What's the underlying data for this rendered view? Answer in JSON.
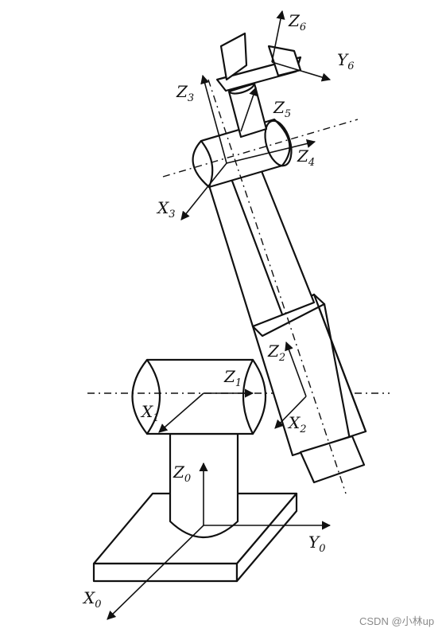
{
  "labels": {
    "z6": "Z",
    "z6_sub": "6",
    "y6": "Y",
    "y6_sub": "6",
    "z3": "Z",
    "z3_sub": "3",
    "z5": "Z",
    "z5_sub": "5",
    "z4": "Z",
    "z4_sub": "4",
    "x3": "X",
    "x3_sub": "3",
    "z2": "Z",
    "z2_sub": "2",
    "z1": "Z",
    "z1_sub": "1",
    "x1": "X",
    "x1_sub": "1",
    "x2": "X",
    "x2_sub": "2",
    "z0": "Z",
    "z0_sub": "0",
    "y0": "Y",
    "y0_sub": "0",
    "x0": "X",
    "x0_sub": "0"
  },
  "watermark": "CSDN @小林up"
}
